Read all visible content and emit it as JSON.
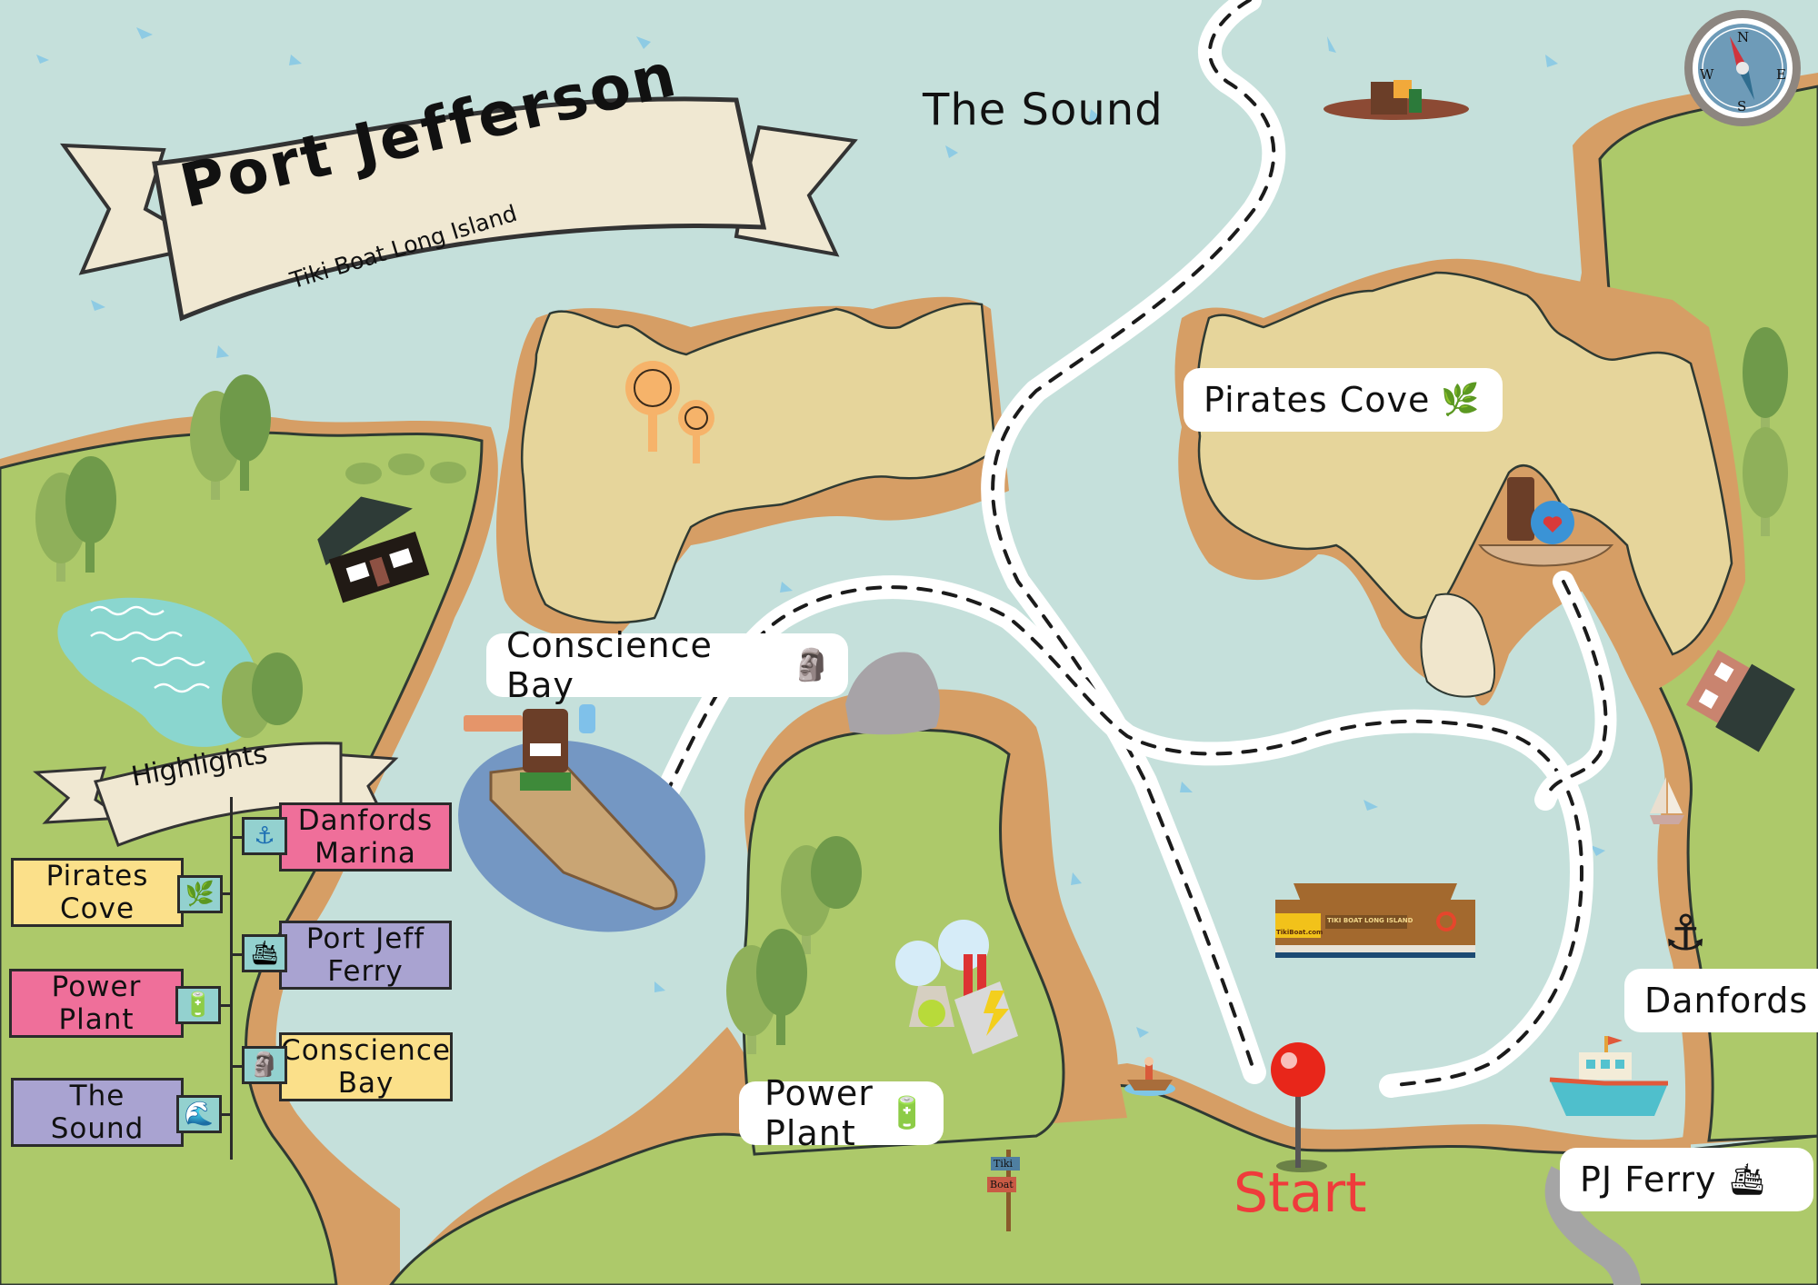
{
  "map": {
    "title": "Port Jefferson",
    "subtitle": "Tiki Boat Long Island",
    "colors": {
      "water": "#c5e0db",
      "water_splash": "#7fc6e6",
      "land_green": "#adc96a",
      "sand": "#e6d59b",
      "cliff": "#d69e65",
      "route": "#ffffff",
      "route_dash": "#1b1b1b",
      "start_pin": "#e8261a",
      "start_text": "#ef3b3b",
      "banner": "#f0e8d2",
      "pond": "#8ad6cf"
    }
  },
  "compass": {
    "n": "N",
    "e": "E",
    "s": "S",
    "w": "W"
  },
  "sea_labels": [
    {
      "text": "The Sound"
    }
  ],
  "place_labels": [
    {
      "id": "pirates-cove",
      "text": "Pirates Cove",
      "icon": "🌿",
      "icon_name": "herb-icon"
    },
    {
      "id": "conscience-bay",
      "text": "Conscience Bay",
      "icon": "🗿",
      "icon_name": "moai-icon"
    },
    {
      "id": "power-plant",
      "text": "Power Plant",
      "icon": "🔋",
      "icon_name": "battery-icon"
    },
    {
      "id": "danfords",
      "text": "Danfords",
      "icon": "⚓",
      "icon_name": "anchor-icon"
    },
    {
      "id": "pj-ferry",
      "text": "PJ Ferry",
      "icon": "🛳",
      "icon_name": "ferry-icon"
    }
  ],
  "start": {
    "label": "Start"
  },
  "signpost": {
    "top": "Tiki",
    "bottom": "Boat"
  },
  "tour_boat": {
    "banner": "TIKI BOAT LONG ISLAND",
    "website": "TikiBoat.com"
  },
  "highlights": {
    "title": "Highlights",
    "items": [
      {
        "label": "Danfords\nMarina",
        "icon": "⚓",
        "icon_name": "anchor-icon",
        "color": "#ef6f9a"
      },
      {
        "label": "Pirates\nCove",
        "icon": "🌿",
        "icon_name": "herb-icon",
        "color": "#fbe08a"
      },
      {
        "label": "Port Jeff\nFerry",
        "icon": "🛳",
        "icon_name": "ferry-icon",
        "color": "#a9a3d1"
      },
      {
        "label": "Power\nPlant",
        "icon": "🔋",
        "icon_name": "battery-icon",
        "color": "#ef6f9a"
      },
      {
        "label": "Conscience\nBay",
        "icon": "🗿",
        "icon_name": "moai-icon",
        "color": "#fbe08a"
      },
      {
        "label": "The\nSound",
        "icon": "🌊",
        "icon_name": "wave-icon",
        "color": "#a9a3d1"
      }
    ]
  }
}
